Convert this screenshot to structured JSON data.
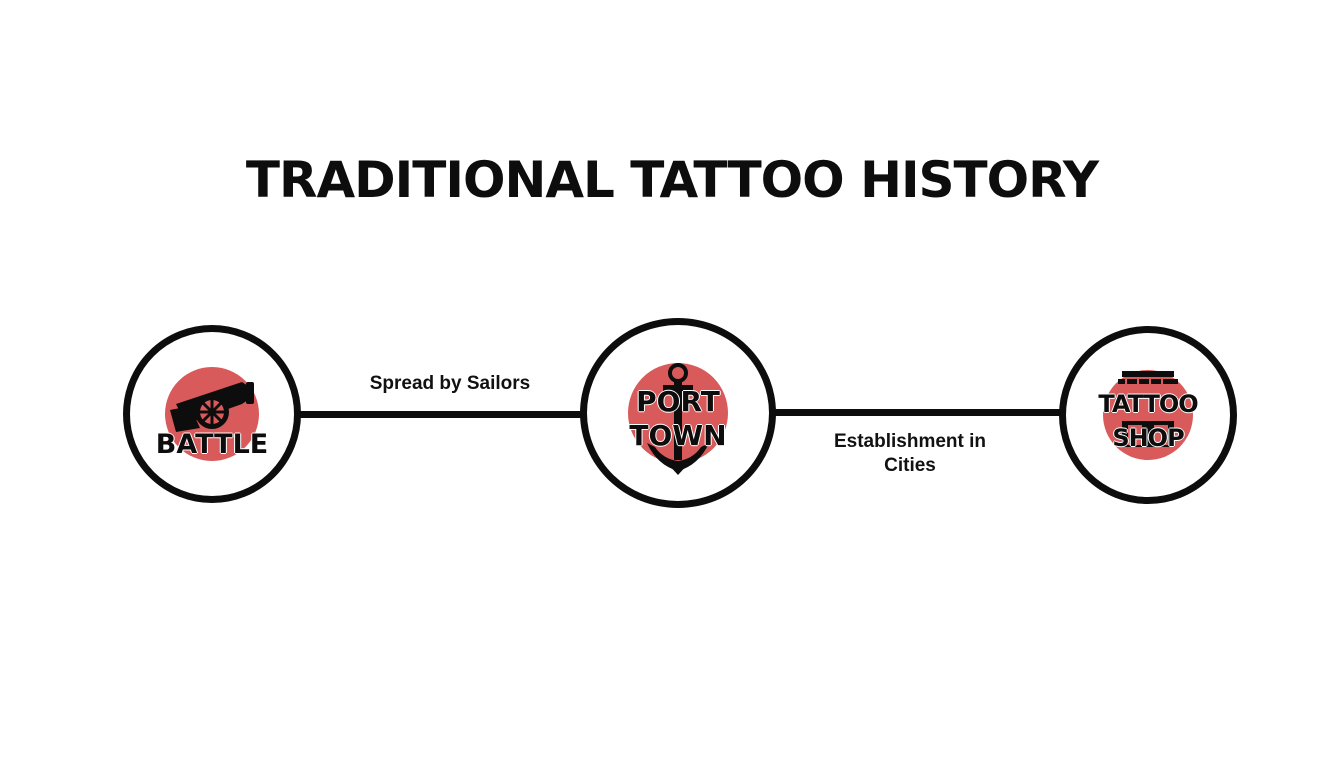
{
  "title": "TRADITIONAL TATTOO HISTORY",
  "colors": {
    "accent": "#d95a5a",
    "ink": "#0d0d0d",
    "background": "#ffffff"
  },
  "nodes": [
    {
      "label": "BATTLE",
      "icon": "cannon-icon"
    },
    {
      "label": "PORT\nTOWN",
      "icon": "anchor-icon"
    },
    {
      "label": "TATTOO\nSHOP",
      "icon": "shop-building-icon"
    }
  ],
  "connectors": [
    {
      "label": "Spread by Sailors"
    },
    {
      "label": "Establishment in\nCities"
    }
  ]
}
